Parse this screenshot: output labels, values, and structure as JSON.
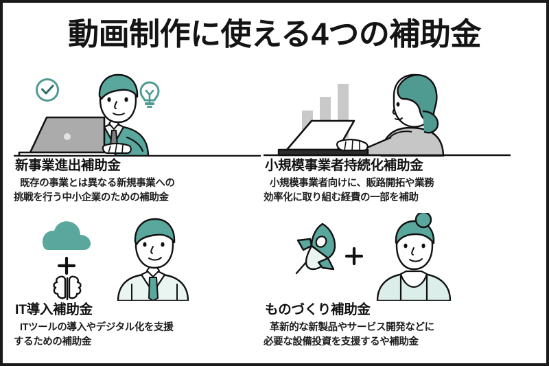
{
  "page": {
    "title": "動画制作に使える4つの補助金",
    "background_color": "#ffffff",
    "border_color": "#1a1a1a",
    "accent_teal": "#4f9b92",
    "accent_teal_light": "#d9ece8",
    "gray": "#ababab",
    "gray_light": "#c9c9c9",
    "text_color": "#141414"
  },
  "cards": [
    {
      "title": "新事業進出補助金",
      "desc_line1": "既存の事業とは異なる新規事業への",
      "desc_line2": "挑戦を行う中小企業のための補助金",
      "illustration": "businessman-laptop-check-bulb",
      "icons": [
        "check-circle-icon",
        "lightbulb-icon",
        "laptop-icon",
        "businessman-icon"
      ]
    },
    {
      "title": "小規模事業者持続化補助金",
      "desc_line1": "小規模事業者向けに、販路開拓や業務",
      "desc_line2": "効率化に取り組む経費の一部を補助",
      "illustration": "woman-laptop-bar-chart",
      "icons": [
        "bar-chart-icon",
        "laptop-icon",
        "woman-icon"
      ]
    },
    {
      "title": "IT導入補助金",
      "desc_line1": "ITツールの導入やデジタル化を支援",
      "desc_line2": "するための補助金",
      "illustration": "cloud-plus-brain-man",
      "icons": [
        "cloud-icon",
        "plus-icon",
        "brain-icon",
        "man-icon"
      ]
    },
    {
      "title": "ものづくり補助金",
      "desc_line1": "革新的な新製品やサービス開発などに",
      "desc_line2": "必要な設備投資を支援するや補助金",
      "illustration": "rocket-plus-woman",
      "icons": [
        "rocket-icon",
        "plus-icon",
        "woman-bun-icon"
      ]
    }
  ]
}
